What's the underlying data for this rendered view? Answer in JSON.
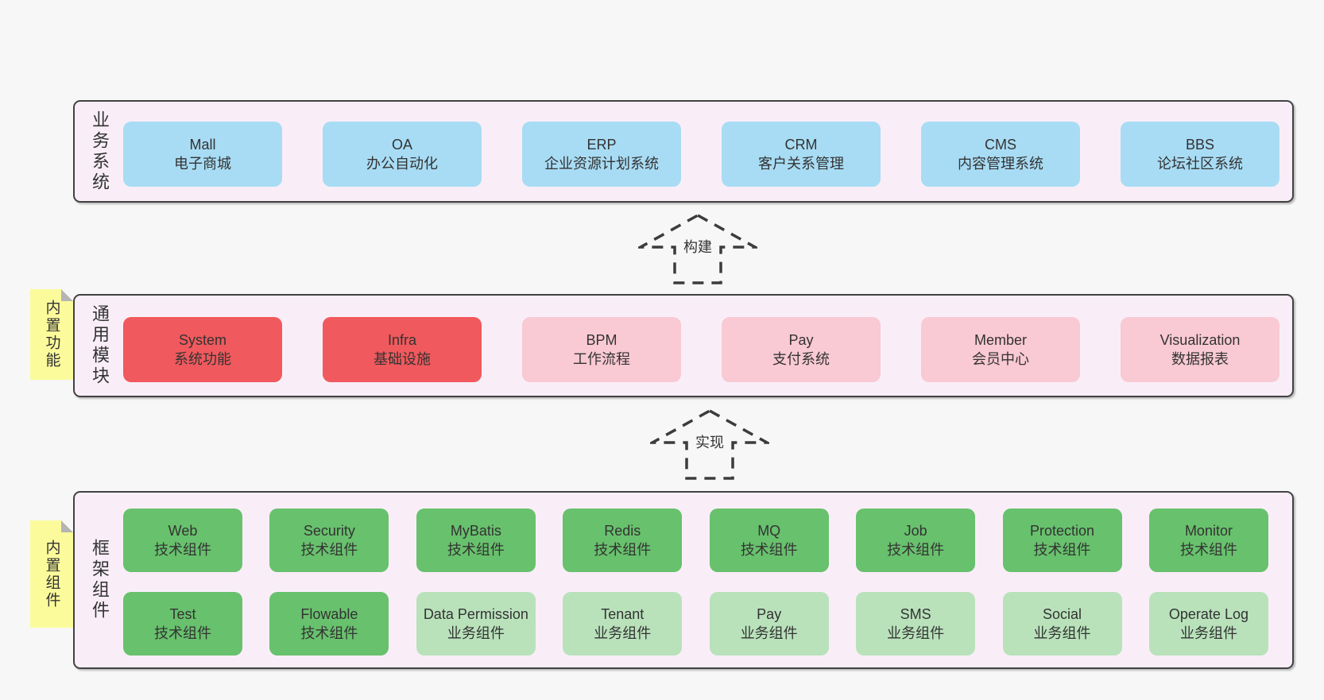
{
  "colors": {
    "page_bg": "#f7f7f7",
    "band_bg": "#f9eef7",
    "band_border": "#424242",
    "box_blue": "#a8dcf4",
    "box_red": "#f0595d",
    "box_pink": "#f9c9d4",
    "box_green": "#68c16d",
    "box_light_green": "#b9e2bb",
    "sticky_yellow": "#fbfb9c",
    "text": "#333333"
  },
  "bands": [
    {
      "label": "业务系统",
      "boxes": [
        {
          "title": "Mall",
          "subtitle": "电子商城",
          "variant": "blue"
        },
        {
          "title": "OA",
          "subtitle": "办公自动化",
          "variant": "blue"
        },
        {
          "title": "ERP",
          "subtitle": "企业资源计划系统",
          "variant": "blue"
        },
        {
          "title": "CRM",
          "subtitle": "客户关系管理",
          "variant": "blue"
        },
        {
          "title": "CMS",
          "subtitle": "内容管理系统",
          "variant": "blue"
        },
        {
          "title": "BBS",
          "subtitle": "论坛社区系统",
          "variant": "blue"
        }
      ]
    },
    {
      "label": "通用模块",
      "sticky": "内置功能",
      "boxes": [
        {
          "title": "System",
          "subtitle": "系统功能",
          "variant": "red"
        },
        {
          "title": "Infra",
          "subtitle": "基础设施",
          "variant": "red"
        },
        {
          "title": "BPM",
          "subtitle": "工作流程",
          "variant": "pink"
        },
        {
          "title": "Pay",
          "subtitle": "支付系统",
          "variant": "pink"
        },
        {
          "title": "Member",
          "subtitle": "会员中心",
          "variant": "pink"
        },
        {
          "title": "Visualization",
          "subtitle": "数据报表",
          "variant": "pink"
        }
      ]
    },
    {
      "label": "框架组件",
      "sticky": "内置组件",
      "rows": [
        [
          {
            "title": "Web",
            "subtitle": "技术组件",
            "variant": "green"
          },
          {
            "title": "Security",
            "subtitle": "技术组件",
            "variant": "green"
          },
          {
            "title": "MyBatis",
            "subtitle": "技术组件",
            "variant": "green"
          },
          {
            "title": "Redis",
            "subtitle": "技术组件",
            "variant": "green"
          },
          {
            "title": "MQ",
            "subtitle": "技术组件",
            "variant": "green"
          },
          {
            "title": "Job",
            "subtitle": "技术组件",
            "variant": "green"
          },
          {
            "title": "Protection",
            "subtitle": "技术组件",
            "variant": "green"
          },
          {
            "title": "Monitor",
            "subtitle": "技术组件",
            "variant": "green"
          }
        ],
        [
          {
            "title": "Test",
            "subtitle": "技术组件",
            "variant": "green"
          },
          {
            "title": "Flowable",
            "subtitle": "技术组件",
            "variant": "green"
          },
          {
            "title": "Data Permission",
            "subtitle": "业务组件",
            "variant": "lightgreen"
          },
          {
            "title": "Tenant",
            "subtitle": "业务组件",
            "variant": "lightgreen"
          },
          {
            "title": "Pay",
            "subtitle": "业务组件",
            "variant": "lightgreen"
          },
          {
            "title": "SMS",
            "subtitle": "业务组件",
            "variant": "lightgreen"
          },
          {
            "title": "Social",
            "subtitle": "业务组件",
            "variant": "lightgreen"
          },
          {
            "title": "Operate Log",
            "subtitle": "业务组件",
            "variant": "lightgreen"
          }
        ]
      ]
    }
  ],
  "arrows": [
    {
      "label": "构建"
    },
    {
      "label": "实现"
    }
  ]
}
